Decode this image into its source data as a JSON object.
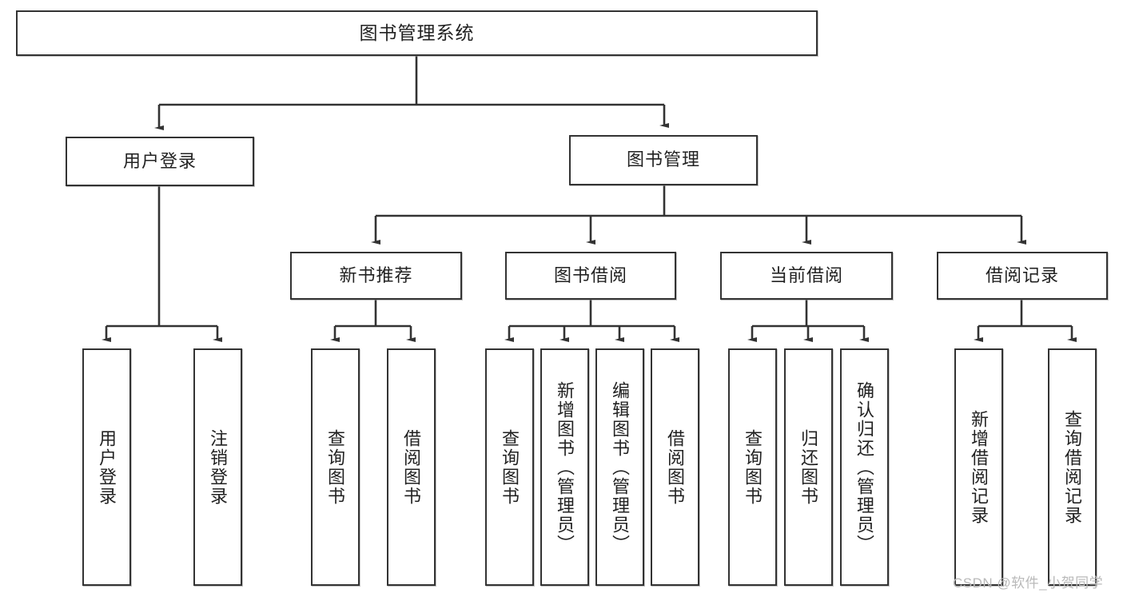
{
  "diagram": {
    "title": "图书管理系统",
    "type": "tree-hierarchy",
    "watermark": "CSDN @软件_小贺同学",
    "colors": {
      "border": "#333333",
      "background": "#ffffff",
      "text": "#222222",
      "watermark": "#b9b9b9"
    },
    "levels": {
      "root": {
        "label": "图书管理系统"
      },
      "level2": [
        {
          "label": "用户登录"
        },
        {
          "label": "图书管理"
        }
      ],
      "level3": [
        {
          "label": "新书推荐"
        },
        {
          "label": "图书借阅"
        },
        {
          "label": "当前借阅"
        },
        {
          "label": "借阅记录"
        }
      ],
      "leaves": [
        {
          "label": "用户登录",
          "parent": "用户登录"
        },
        {
          "label": "注销登录",
          "parent": "用户登录"
        },
        {
          "label": "查询图书",
          "parent": "新书推荐"
        },
        {
          "label": "借阅图书",
          "parent": "新书推荐"
        },
        {
          "label": "查询图书",
          "parent": "图书借阅"
        },
        {
          "label": "新增图书（管理员）",
          "parent": "图书借阅"
        },
        {
          "label": "编辑图书（管理员）",
          "parent": "图书借阅"
        },
        {
          "label": "借阅图书",
          "parent": "图书借阅"
        },
        {
          "label": "查询图书",
          "parent": "当前借阅"
        },
        {
          "label": "归还图书",
          "parent": "当前借阅"
        },
        {
          "label": "确认归还（管理员）",
          "parent": "当前借阅"
        },
        {
          "label": "新增借阅记录",
          "parent": "借阅记录"
        },
        {
          "label": "查询借阅记录",
          "parent": "借阅记录"
        }
      ]
    }
  }
}
